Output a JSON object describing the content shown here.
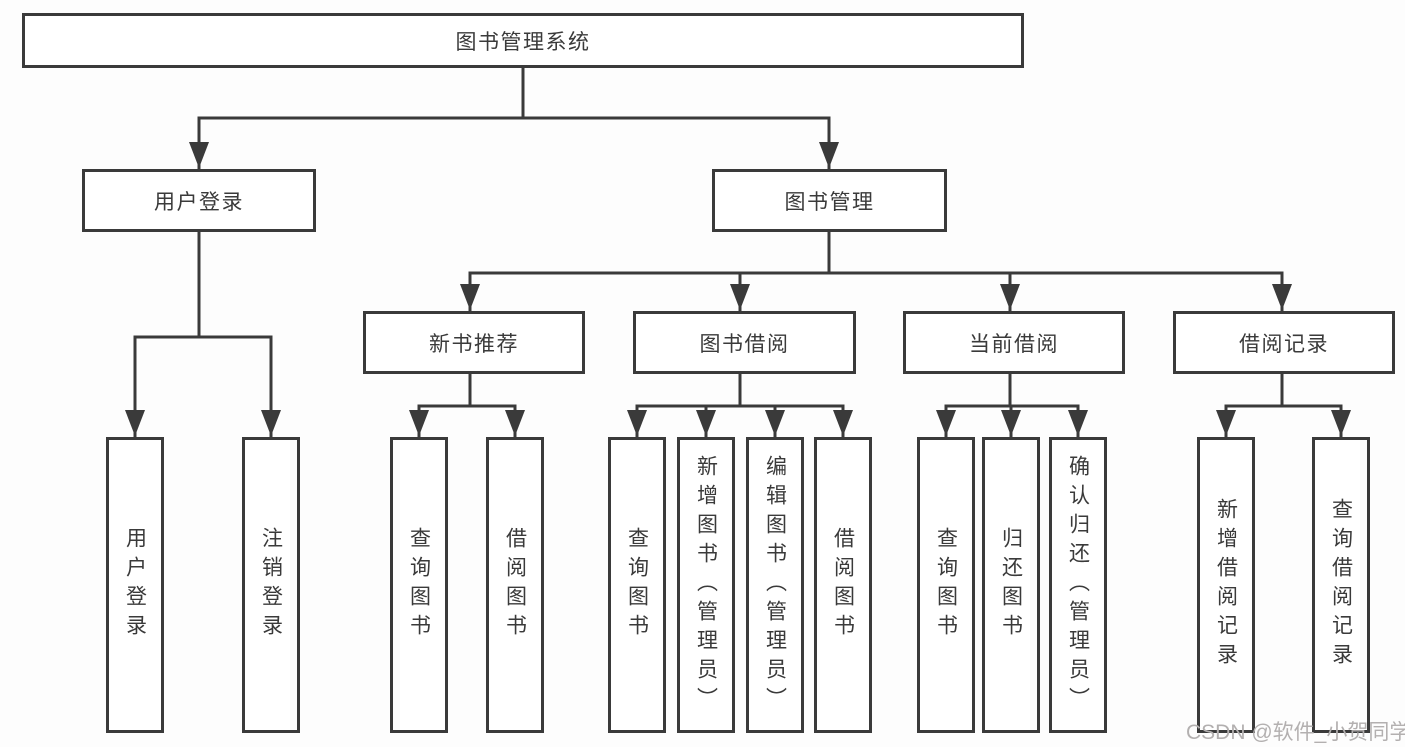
{
  "tree": {
    "root": {
      "label": "图书管理系统"
    },
    "level2": [
      {
        "label": "用户登录",
        "leaves": [
          {
            "label": "用户登录"
          },
          {
            "label": "注销登录"
          }
        ]
      },
      {
        "label": "图书管理",
        "groups": [
          {
            "label": "新书推荐",
            "leaves": [
              {
                "label": "查询图书"
              },
              {
                "label": "借阅图书"
              }
            ]
          },
          {
            "label": "图书借阅",
            "leaves": [
              {
                "label": "查询图书"
              },
              {
                "label": "新增图书（管理员）"
              },
              {
                "label": "编辑图书（管理员）"
              },
              {
                "label": "借阅图书"
              }
            ]
          },
          {
            "label": "当前借阅",
            "leaves": [
              {
                "label": "查询图书"
              },
              {
                "label": "归还图书"
              },
              {
                "label": "确认归还（管理员）"
              }
            ]
          },
          {
            "label": "借阅记录",
            "leaves": [
              {
                "label": "新增借阅记录"
              },
              {
                "label": "查询借阅记录"
              }
            ]
          }
        ]
      }
    ]
  },
  "watermark": "CSDN @软件_小贺同学",
  "colors": {
    "line": "#3a3a3a",
    "text": "#333333",
    "box_fill": "#ffffff",
    "background": "#fdfdfd",
    "watermark": "#b3b0b0"
  }
}
